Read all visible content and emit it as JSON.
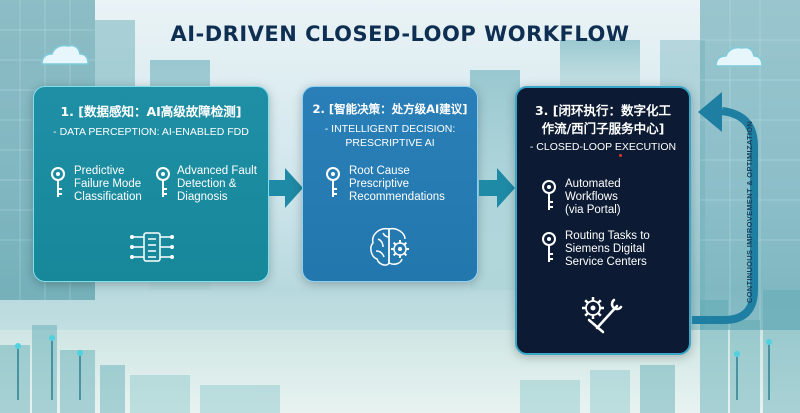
{
  "title": "AI-DRIVEN CLOSED-LOOP WORKFLOW",
  "colors": {
    "title": "#0f2f52",
    "card1": "#1a8ca0",
    "card2": "#2679b3",
    "card3": "#0c1b33",
    "accent": "#3aa7c9"
  },
  "steps": [
    {
      "title": "1. [数据感知：AI高级故障检测]",
      "subtitle": "- DATA PERCEPTION: AI-ENABLED FDD",
      "items": [
        {
          "icon": "key-icon",
          "text": "Predictive\nFailure Mode\nClassification"
        },
        {
          "icon": "key-icon",
          "text": "Advanced Fault\nDetection &\nDiagnosis"
        }
      ],
      "footer_icon": "ai-chip-icon"
    },
    {
      "title": "2. [智能决策：处方级AI建议]",
      "subtitle_line1": "- INTELLIGENT DECISION:",
      "subtitle_line2": "PRESCRIPTIVE AI",
      "items": [
        {
          "icon": "key-icon",
          "text": "Root Cause\nPrescriptive\nRecommendations"
        }
      ],
      "footer_icon": "brain-gear-icon"
    },
    {
      "title_line1": "3. [闭环执行：数字化工",
      "title_line2": "作流/西门子服务中心]",
      "subtitle": "- CLOSED-LOOP EXECUTION",
      "items": [
        {
          "icon": "key-icon",
          "text": "Automated\nWorkflows\n(via Portal)"
        },
        {
          "icon": "key-icon",
          "text": "Routing Tasks to\nSiemens Digital\nService Centers"
        }
      ],
      "footer_icon": "gear-wrench-icon"
    }
  ],
  "loop_label": "CONTINUOUS IMPROVEMENT & OPTIMIZATION"
}
